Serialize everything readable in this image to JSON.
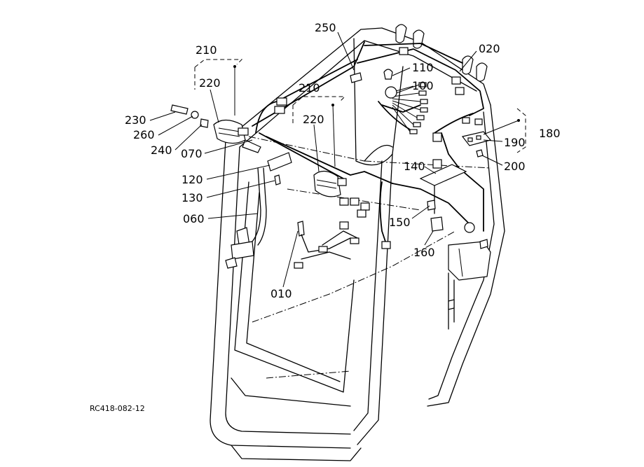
{
  "drawing_code": "RC418-082-12",
  "callouts": {
    "c250": "250",
    "c020": "020",
    "c110": "110",
    "c100": "100",
    "c210a": "210",
    "c220a": "220",
    "c210b": "210",
    "c220b": "220",
    "c230": "230",
    "c260": "260",
    "c240": "240",
    "c070": "070",
    "c120": "120",
    "c130": "130",
    "c060": "060",
    "c010": "010",
    "c140": "140",
    "c150": "150",
    "c160": "160",
    "c180": "180",
    "c190": "190",
    "c200": "200"
  }
}
